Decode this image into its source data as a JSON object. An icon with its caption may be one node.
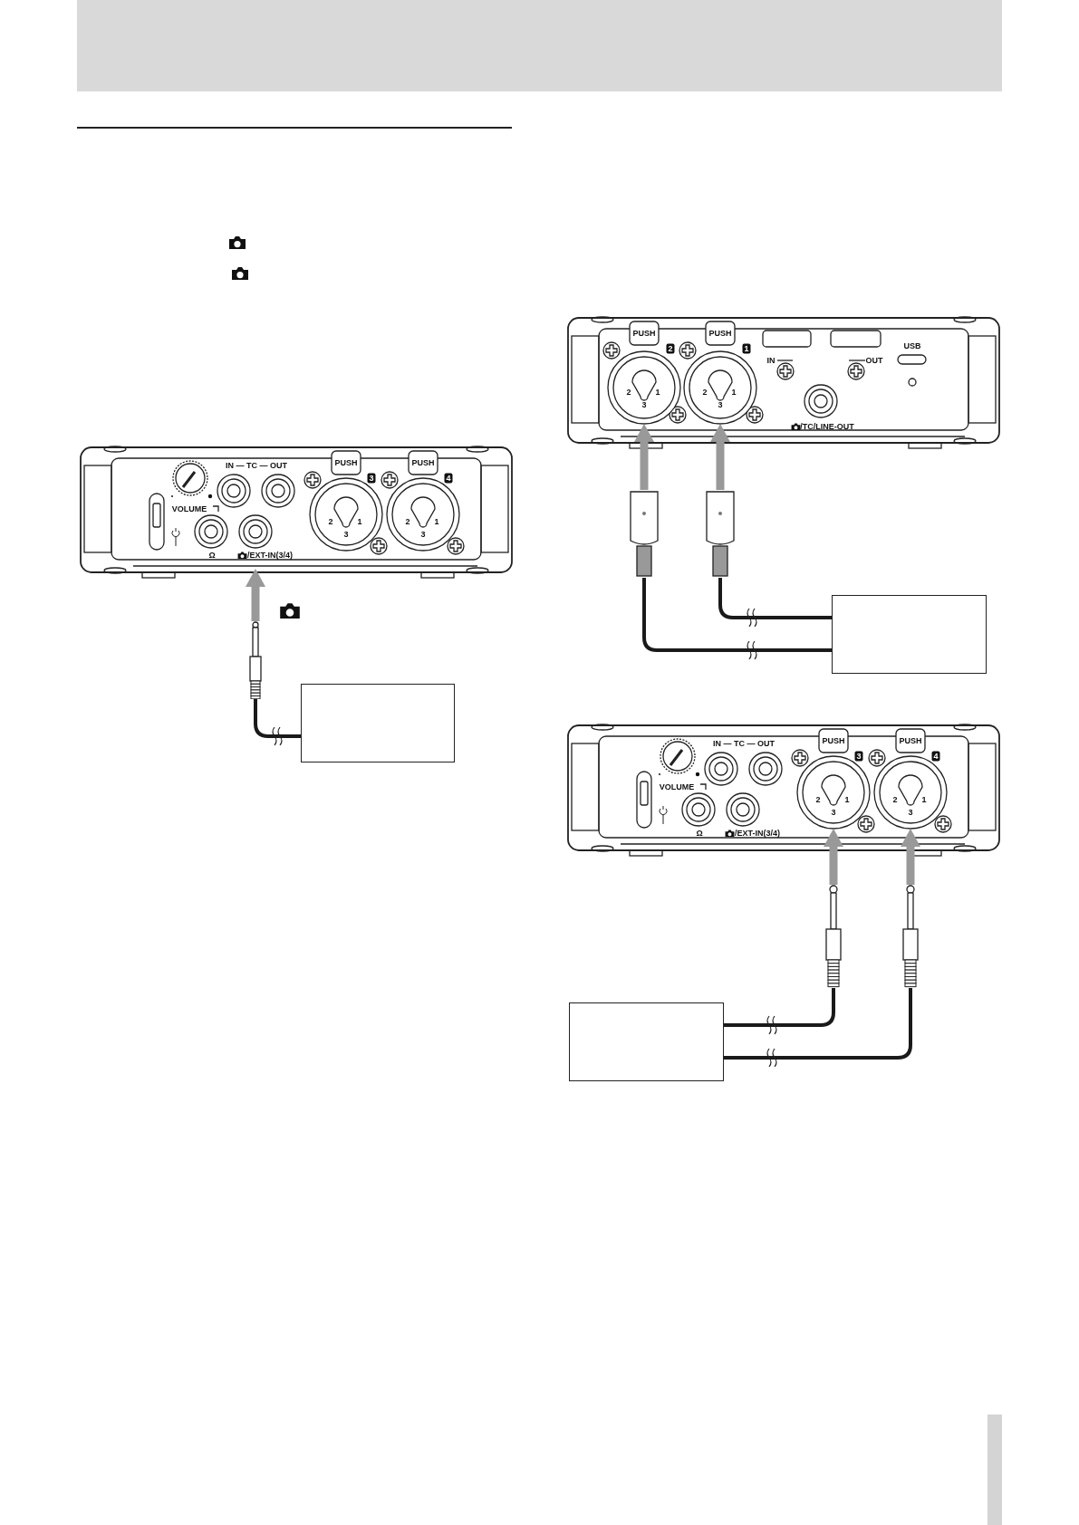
{
  "diagram": {
    "nodes": [
      {
        "text": [],
        "shape": "circle"
      },
      {
        "text": [],
        "shape": "plug"
      },
      {
        "text": [],
        "shape": "box"
      },
      {
        "text": [],
        "shape": "circle"
      },
      {
        "text": [],
        "shape": "circle"
      },
      {
        "text": [],
        "shape": "plug"
      },
      {
        "text": [],
        "shape": "plug"
      },
      {
        "text": [],
        "shape": "box"
      },
      {
        "text": [],
        "shape": "circle"
      },
      {
        "text": [],
        "shape": "circle"
      },
      {
        "text": [],
        "shape": "plug"
      },
      {
        "text": [],
        "shape": "plug"
      },
      {
        "text": [],
        "shape": "box"
      }
    ],
    "edges": [
      {
        "from": 1,
        "to": 0,
        "arrow": "to",
        "style": "thick",
        "color": "#999999"
      },
      {
        "from": 2,
        "to": 1,
        "arrow": "none",
        "color": "#1a1a1a"
      },
      {
        "from": 5,
        "to": 3,
        "arrow": "to",
        "style": "thick",
        "color": "#999999"
      },
      {
        "from": 6,
        "to": 4,
        "arrow": "to",
        "style": "thick",
        "color": "#999999"
      },
      {
        "from": 7,
        "to": 5,
        "arrow": "none",
        "color": "#1a1a1a"
      },
      {
        "from": 7,
        "to": 6,
        "arrow": "none",
        "color": "#1a1a1a"
      },
      {
        "from": 10,
        "to": 8,
        "arrow": "to",
        "style": "thick",
        "color": "#999999"
      },
      {
        "from": 11,
        "to": 9,
        "arrow": "to",
        "style": "thick",
        "color": "#999999"
      },
      {
        "from": 12,
        "to": 10,
        "arrow": "none",
        "color": "#1a1a1a"
      },
      {
        "from": 12,
        "to": 11,
        "arrow": "none",
        "color": "#1a1a1a"
      }
    ],
    "labels": [
      "IN — TC — OUT",
      "PUSH",
      "3",
      "PUSH",
      "4",
      "VOLUME",
      "2",
      "1",
      "2",
      "1",
      "3",
      "3",
      "Ω",
      "/EXT-IN(3/4)",
      "PUSH",
      "2",
      "PUSH",
      "1",
      "USB",
      "IN",
      "OUT",
      "2",
      "1",
      "2",
      "1",
      "3",
      "3",
      "/TC/LINE-OUT",
      "IN — TC — OUT",
      "PUSH",
      "3",
      "PUSH",
      "4",
      "VOLUME",
      "2",
      "1",
      "2",
      "1",
      "3",
      "3",
      "Ω",
      "/EXT-IN(3/4)"
    ]
  }
}
